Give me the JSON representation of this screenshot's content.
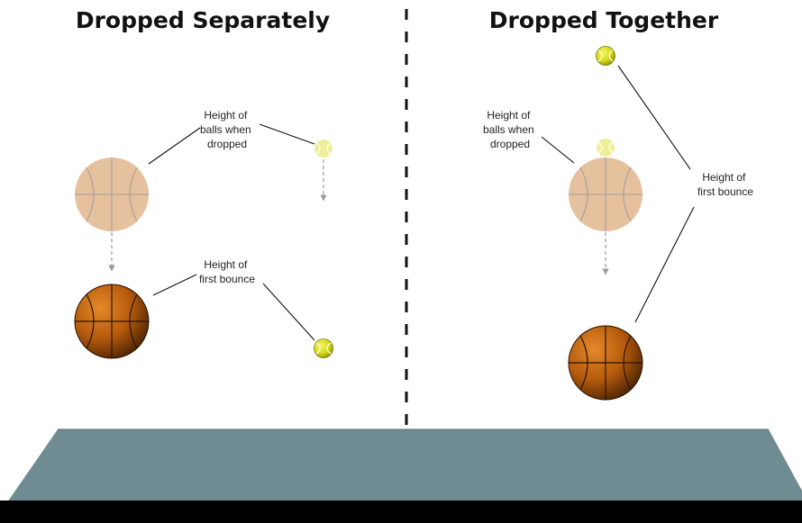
{
  "panels": {
    "separate": {
      "title": "Dropped Separately",
      "label_drop": [
        "Height of",
        "balls when",
        "dropped"
      ],
      "label_bounce": [
        "Height of",
        "first bounce"
      ]
    },
    "together": {
      "title": "Dropped Together",
      "label_drop": [
        "Height of",
        "balls when",
        "dropped"
      ],
      "label_bounce": [
        "Height of",
        "first bounce"
      ]
    }
  },
  "colors": {
    "basketball": "#c2660f",
    "basketball_faded": "#dcc3ae",
    "tennis_ball": "#d9dd1f",
    "tennis_ball_faded": "#f1f3a8",
    "floor_top": "#6f8c93",
    "floor_front": "#000000",
    "divider": "#111111"
  },
  "icons": {
    "basketball": "basketball-icon",
    "tennis_ball": "tennis-ball-icon",
    "drop_arrow": "down-arrow-icon"
  }
}
